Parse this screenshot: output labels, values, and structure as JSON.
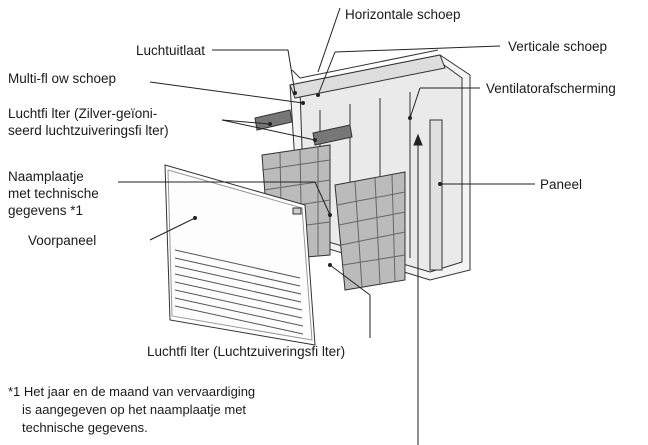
{
  "labels": {
    "horizontal_vane": "Horizontale schoep",
    "air_outlet": "Luchtuitlaat",
    "vertical_vane": "Verticale schoep",
    "multi_flow_vane": "Multi-fl ow schoep",
    "fan_guard": "Ventilatorafscherming",
    "air_filter_silver_1": "Luchtfi lter (Zilver-geïoni-",
    "air_filter_silver_2": "seerd luchtzuiveringsfi lter)",
    "nameplate_1": "Naamplaatje",
    "nameplate_2": "met technische",
    "nameplate_3": "gegevens *1",
    "front_panel": "Voorpaneel",
    "panel": "Paneel",
    "air_filter_purifying": "Luchtfi lter (Luchtzuiveringsfi lter)"
  },
  "footnote": {
    "line1": "*1  Het jaar en de maand van vervaardiging",
    "line2": "is aangegeven op het naamplaatje met",
    "line3": "technische gegevens."
  }
}
